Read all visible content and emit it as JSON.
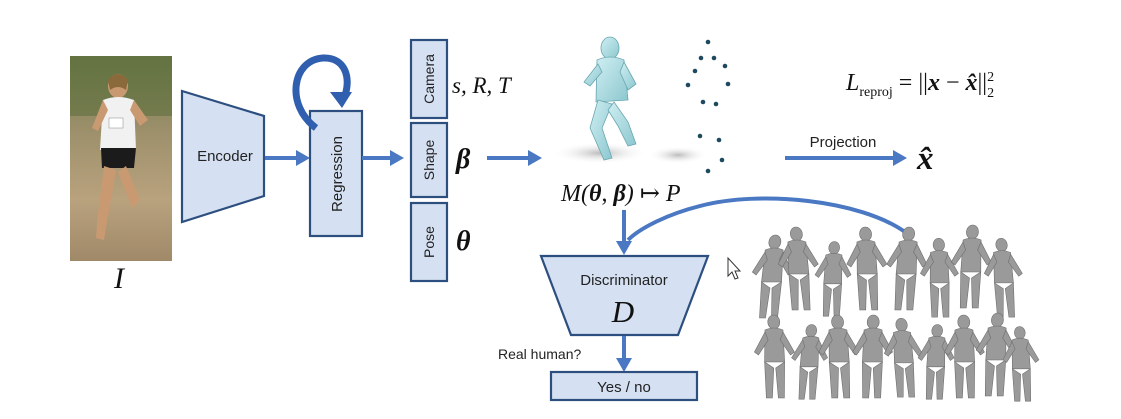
{
  "diagram": {
    "input_label": "I",
    "encoder_label": "Encoder",
    "regression_label": "Regression",
    "params": {
      "camera_label": "Camera",
      "shape_label": "Shape",
      "pose_label": "Pose",
      "camera_symbols": "s, R, T",
      "shape_symbol": "β",
      "pose_symbol": "θ"
    },
    "model_eq": {
      "prefix": "M(",
      "theta": "θ",
      "comma": ", ",
      "beta": "β",
      "suffix": ") ↦ P"
    },
    "reproj_loss": {
      "L": "L",
      "subscript": "reproj",
      "rhs": "= ||",
      "x": "x",
      "minus": " − ",
      "xhat": "x̂",
      "close": "||",
      "sub2": "2",
      "sup2": "2"
    },
    "projection_label": "Projection",
    "projection_output": "x̂",
    "discriminator_label": "Discriminator",
    "discriminator_symbol": "D",
    "real_human_label": "Real human?",
    "yes_no_label": "Yes / no"
  },
  "colors": {
    "arrow": "#4a78c2",
    "box_fill": "#d5e1f2",
    "box_stroke": "#2d4f7f"
  }
}
